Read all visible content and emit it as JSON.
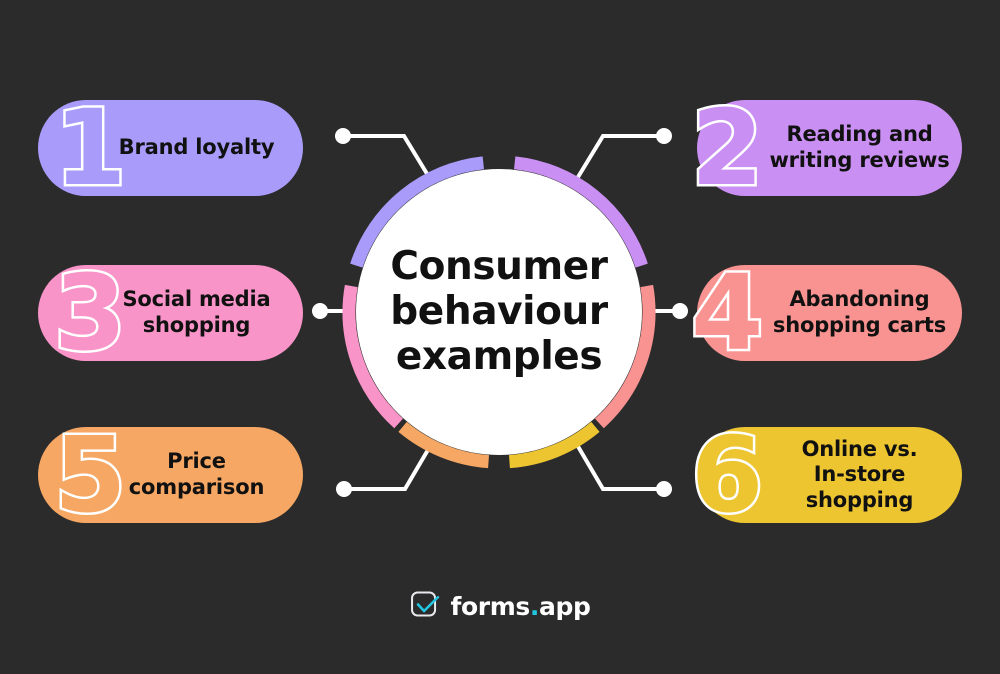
{
  "background_color": "#2b2b2b",
  "center": {
    "title": "Consumer behaviour examples",
    "title_line1": "Consumer",
    "title_line2": "behaviour",
    "title_line3": "examples",
    "fill_color": "#ffffff",
    "text_color": "#111111"
  },
  "items": [
    {
      "number": "1",
      "label": "Brand loyalty",
      "color": "#a99bfa",
      "side": "left",
      "row": 1,
      "arc_color": "#a99bfa"
    },
    {
      "number": "2",
      "label": "Reading and\nwriting reviews",
      "color": "#c98ff2",
      "side": "right",
      "row": 1,
      "arc_color": "#c98ff2"
    },
    {
      "number": "3",
      "label": "Social media\nshopping",
      "color": "#f994c8",
      "side": "left",
      "row": 2,
      "arc_color": "#f994c8"
    },
    {
      "number": "4",
      "label": "Abandoning\nshopping carts",
      "color": "#f99391",
      "side": "right",
      "row": 2,
      "arc_color": "#f99391"
    },
    {
      "number": "5",
      "label": "Price\ncomparison",
      "color": "#f5a763",
      "side": "left",
      "row": 3,
      "arc_color": "#f5a763"
    },
    {
      "number": "6",
      "label": "Online vs.\nIn-store shopping",
      "color": "#ecc531",
      "side": "right",
      "row": 3,
      "arc_color": "#ecc531"
    }
  ],
  "connectors": {
    "color": "#ffffff",
    "dot_radius": 7,
    "line_width": 4
  },
  "brand": {
    "name_part1": "forms",
    "dot": ".",
    "name_part2": "app",
    "icon": "forms-app-check-mark",
    "accent_color": "#22c6e0",
    "text_color": "#ffffff"
  }
}
